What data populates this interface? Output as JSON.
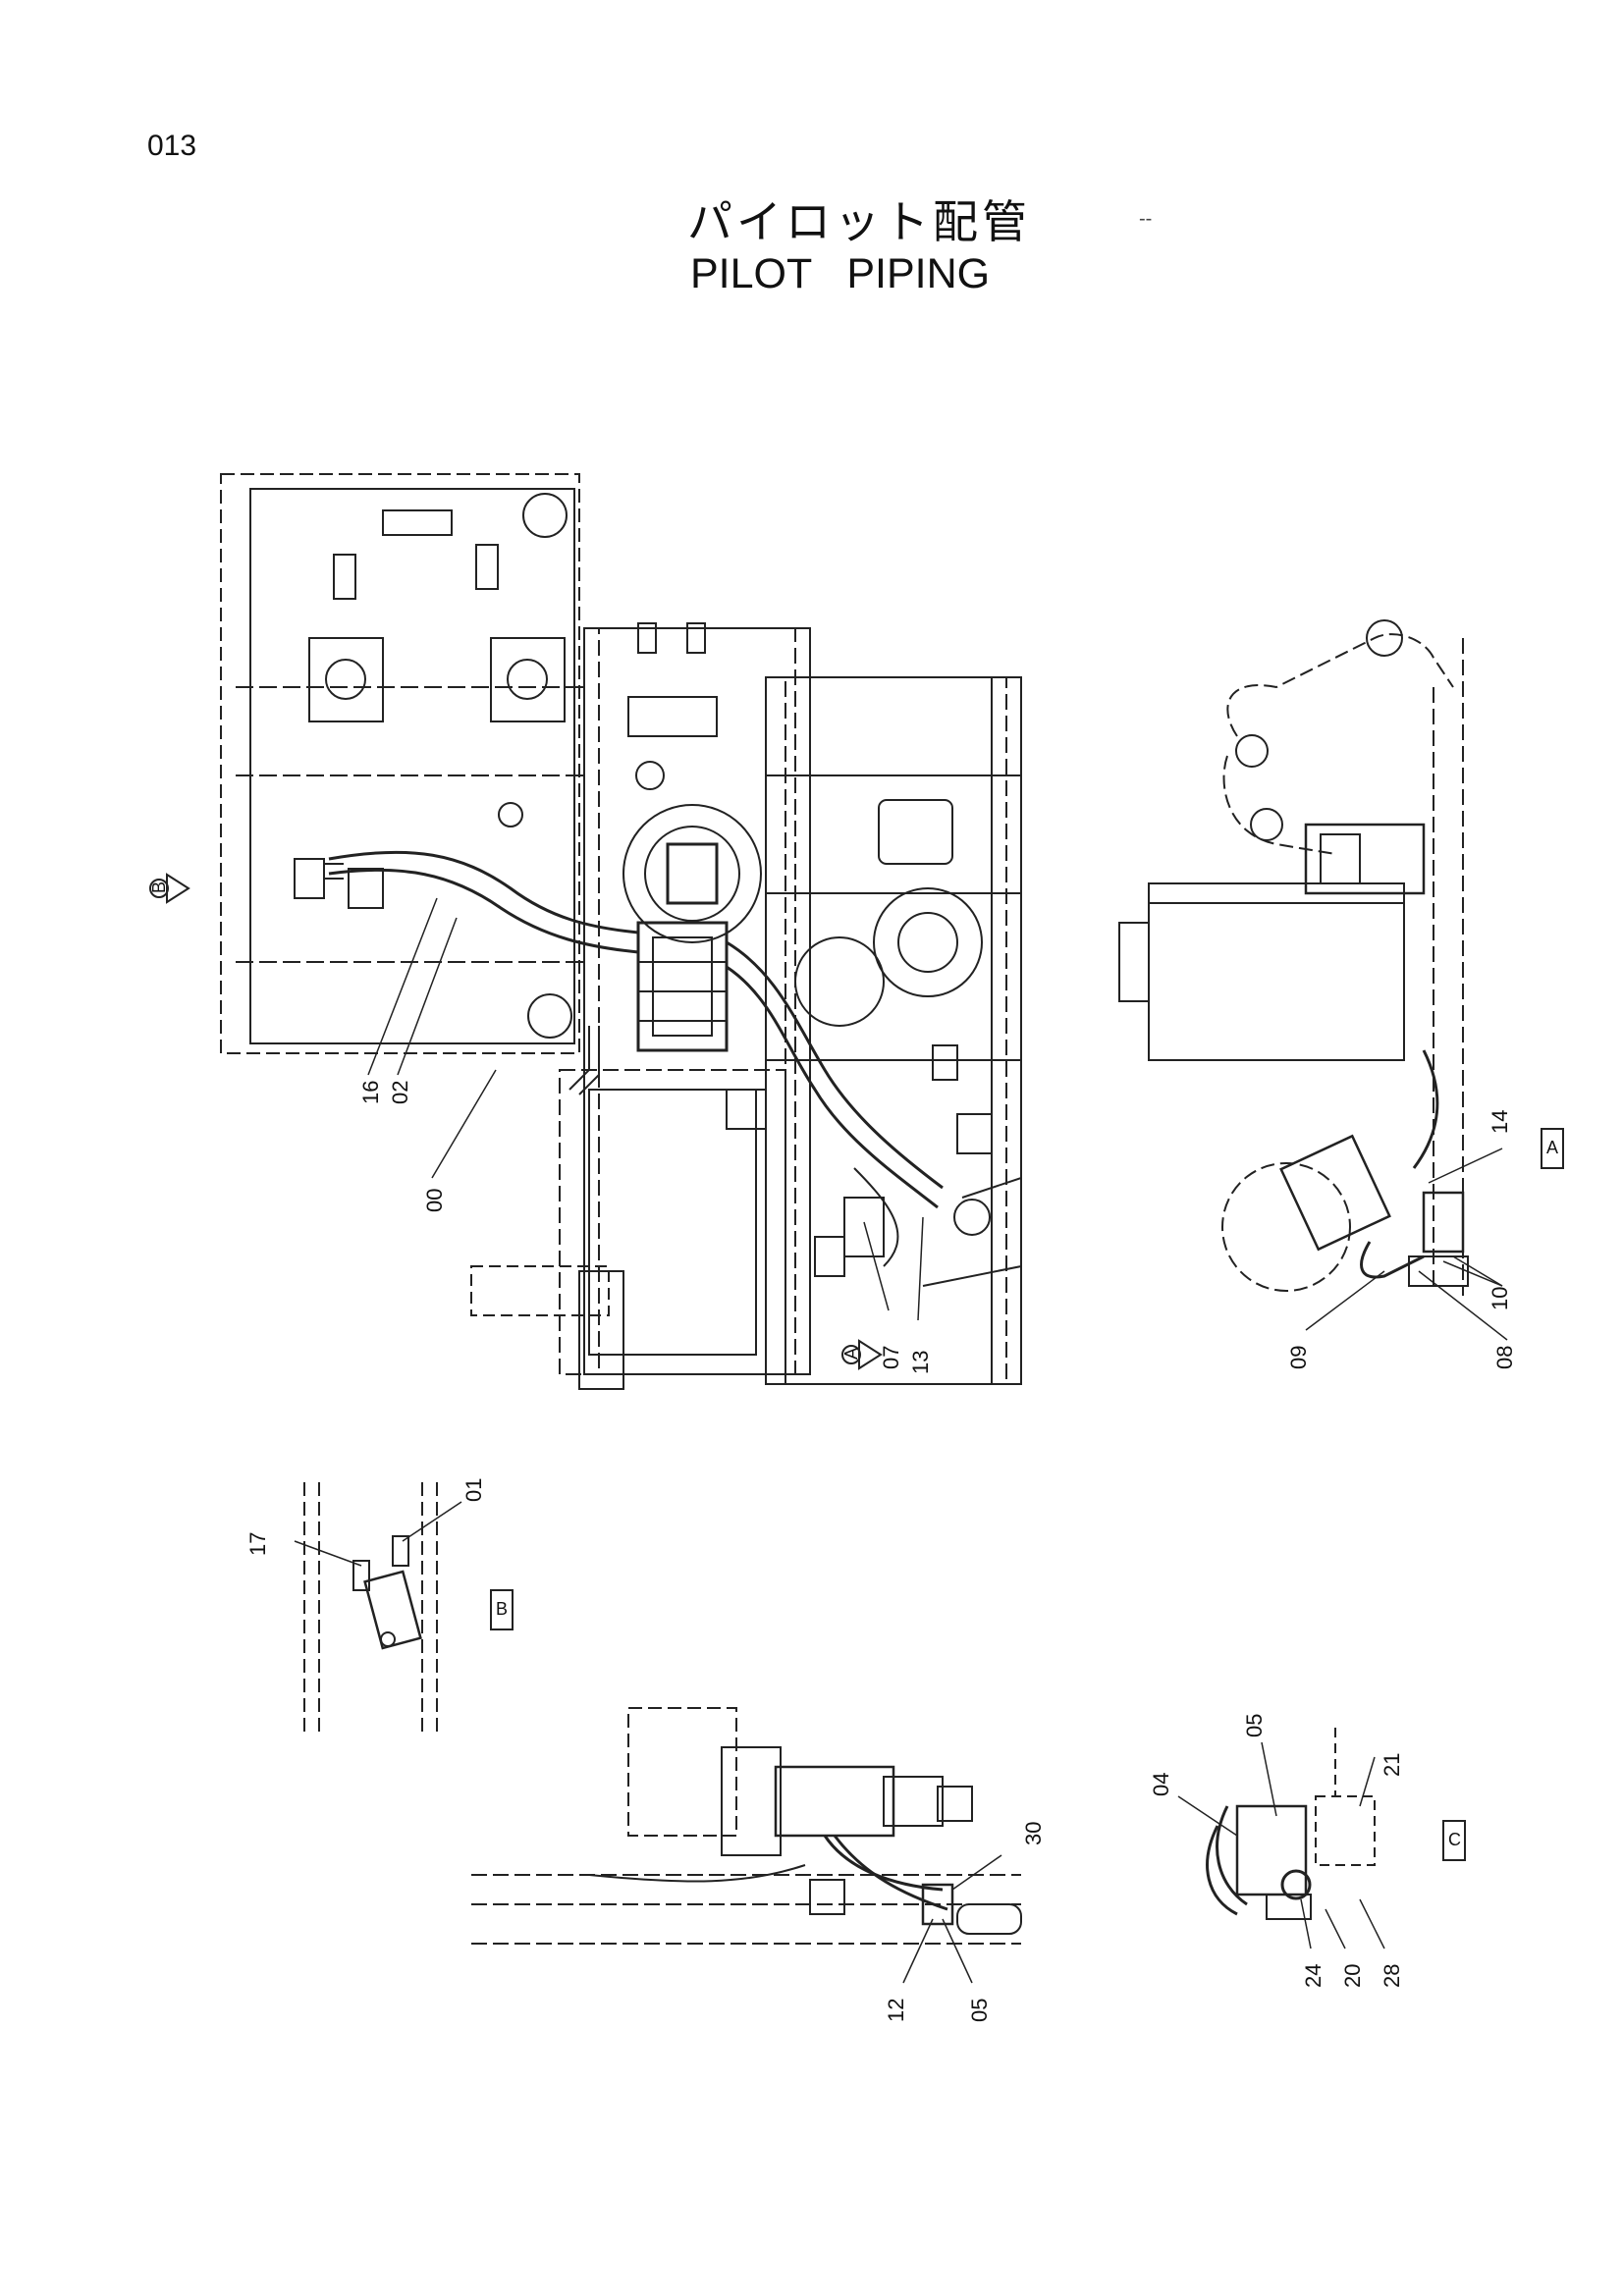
{
  "page_number": "013",
  "title_jp": "パイロット配管",
  "title_en": "PILOT   PIPING",
  "stray_mark": "--",
  "views": {
    "view_b_marker": "B",
    "view_a_marker": "A",
    "view_a_tag": "A",
    "view_b_tag": "B",
    "view_c_tag": "C"
  },
  "part_labels": {
    "p16": "16",
    "p02": "02",
    "p00": "00",
    "p07": "07",
    "p13": "13",
    "p14": "14",
    "p10": "10",
    "p09": "09",
    "p08": "08",
    "p17": "17",
    "p01": "01",
    "p30": "30",
    "p12": "12",
    "p05a": "05",
    "p05b": "05",
    "p21": "21",
    "p04": "04",
    "p24": "24",
    "p20": "20",
    "p28": "28"
  }
}
